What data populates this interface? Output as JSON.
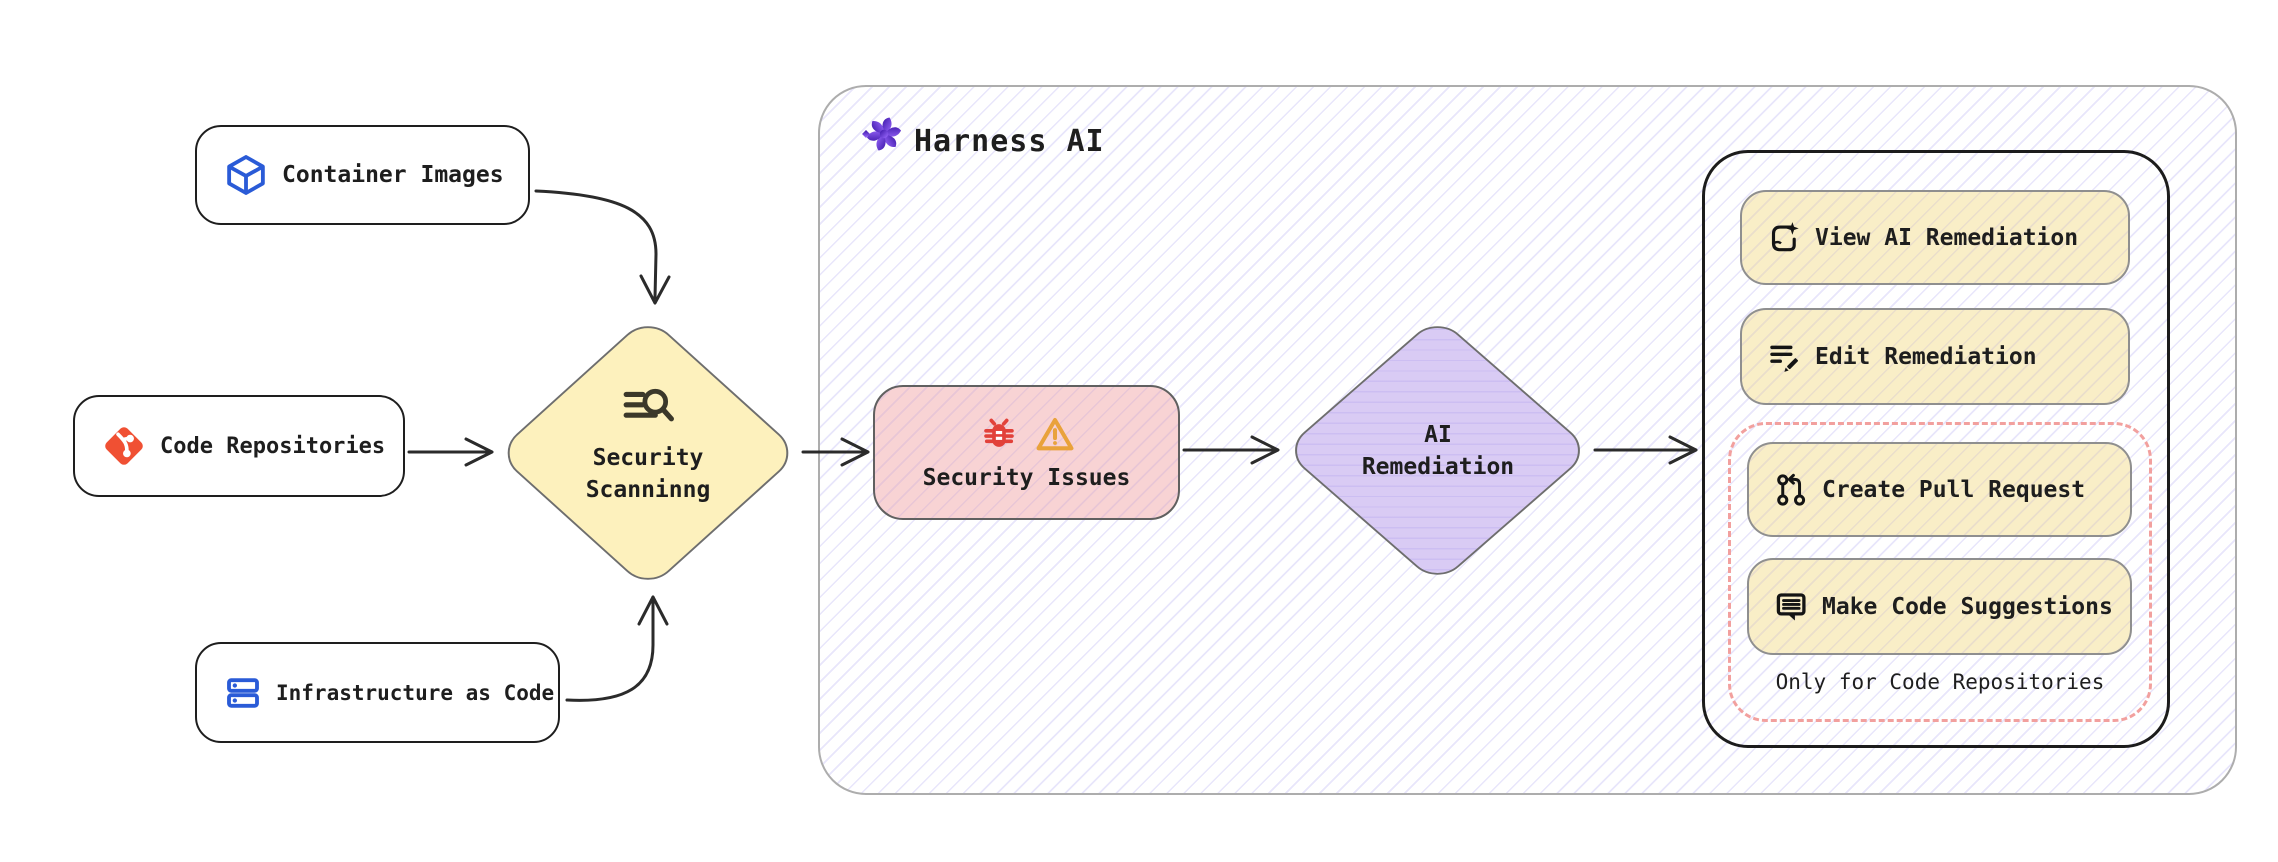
{
  "panel": {
    "title": "Harness AI",
    "icon": "harness-ai-flower-icon"
  },
  "nodes": {
    "container_images": {
      "label": "Container Images",
      "icon": "cube-icon"
    },
    "code_repositories": {
      "label": "Code Repositories",
      "icon": "git-icon"
    },
    "infrastructure_as_code": {
      "label": "Infrastructure as Code",
      "icon": "server-stack-icon"
    },
    "security_scanning": {
      "label": "Security\nScanninng",
      "icon": "search-list-icon"
    },
    "security_issues": {
      "label": "Security Issues",
      "icons": [
        "bug-icon",
        "warning-icon"
      ]
    },
    "ai_remediation": {
      "label": "AI\nRemediation"
    }
  },
  "actions": {
    "view_ai_remediation": {
      "label": "View AI Remediation",
      "icon": "document-sparkle-icon"
    },
    "edit_remediation": {
      "label": "Edit Remediation",
      "icon": "edit-lines-pencil-icon"
    },
    "create_pull_request": {
      "label": "Create Pull Request",
      "icon": "pull-request-icon"
    },
    "make_code_suggestions": {
      "label": "Make Code Suggestions",
      "icon": "comment-lines-icon"
    },
    "restriction_note": "Only for Code Repositories"
  },
  "colors": {
    "node_yellow": "#fdf1bd",
    "node_pink": "#f8d3d4",
    "node_purple": "#d9cbf4",
    "button_yellow": "#f9eec7",
    "dashed_group_border": "#f2a09e",
    "hatch_line": "#7969e6",
    "arrow": "#2b2b2b",
    "git_red": "#f05033",
    "icon_blue": "#2a5bd7",
    "bug_red": "#e2413a",
    "warning_orange": "#e9a23b",
    "harness_purple_dark": "#3c16a8",
    "harness_purple_light": "#9d6bff"
  }
}
